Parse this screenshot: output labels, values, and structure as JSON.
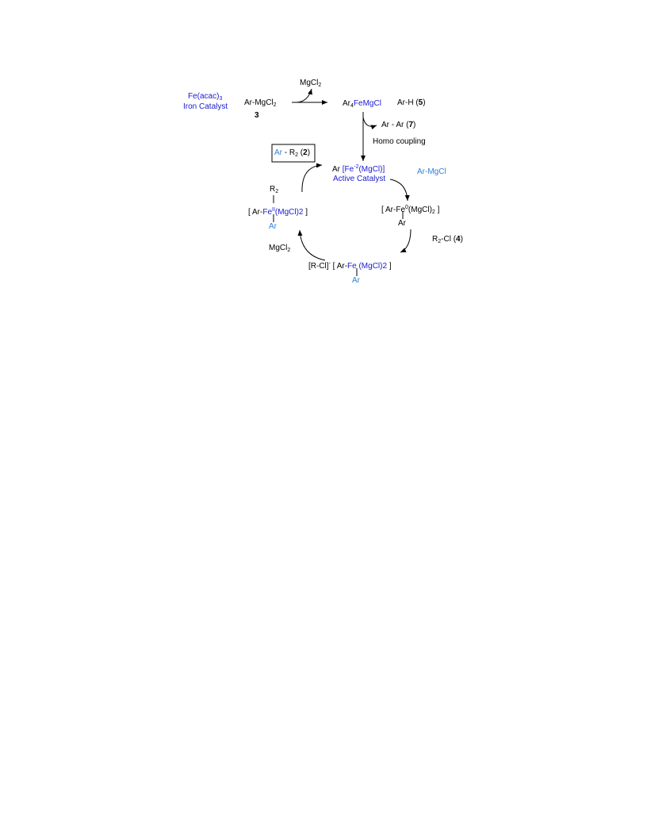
{
  "reagents": {
    "catalyst_name": "Fe(acac)",
    "catalyst_sub": "3",
    "catalyst_label": "Iron Catalyst",
    "grignard_text": "Ar-MgCl",
    "grignard_sub": "2",
    "grignard_number": "3",
    "byproduct_text": "MgCl",
    "byproduct_sub": "2"
  },
  "precatalyst": {
    "ar": "Ar",
    "ar_sub": "4",
    "fe": "FeMgCl",
    "arh_text": "Ar-H (",
    "arh_num": "5",
    "arh_close": ")"
  },
  "homocoupling": {
    "product_text": "Ar - Ar (",
    "product_num": "7",
    "product_close": ")",
    "label": "Homo coupling"
  },
  "product": {
    "ar": "Ar",
    "dash": " - R",
    "r_sub": "2",
    "open": " (",
    "num": "2",
    "close": ")"
  },
  "active_catalyst": {
    "ar": "Ar",
    "bracket_open": "[Fe",
    "sup": "-2",
    "rest": "(MgCl)]",
    "label": "Active Catalyst"
  },
  "grignard_in": "Ar-MgCl",
  "intermediate_fe0": {
    "open": "[ Ar-Fe",
    "sup": "0",
    "rest": "(MgCl)",
    "sub": "2",
    "close": " ]",
    "ar_below": "Ar"
  },
  "electrophile": {
    "r": "R",
    "r_sub": "2",
    "rest": "-Cl (",
    "num": "4",
    "close": ")"
  },
  "intermediate_radical": {
    "rcl": "[R-Cl]",
    "sup": "-",
    "open": " [ Ar-",
    "fe": "Fe",
    "rest": " (MgCl)2",
    "close": " ]",
    "ar_below": "Ar"
  },
  "mgcl2_out": {
    "text": "MgCl",
    "sub": "2"
  },
  "intermediate_fe2": {
    "r_top": "R",
    "r_top_sub": "2",
    "open": "[ Ar-",
    "fe": "Fe",
    "sup": "II",
    "rest": "(MgCl)2",
    "close": " ]",
    "ar_below": "Ar"
  }
}
